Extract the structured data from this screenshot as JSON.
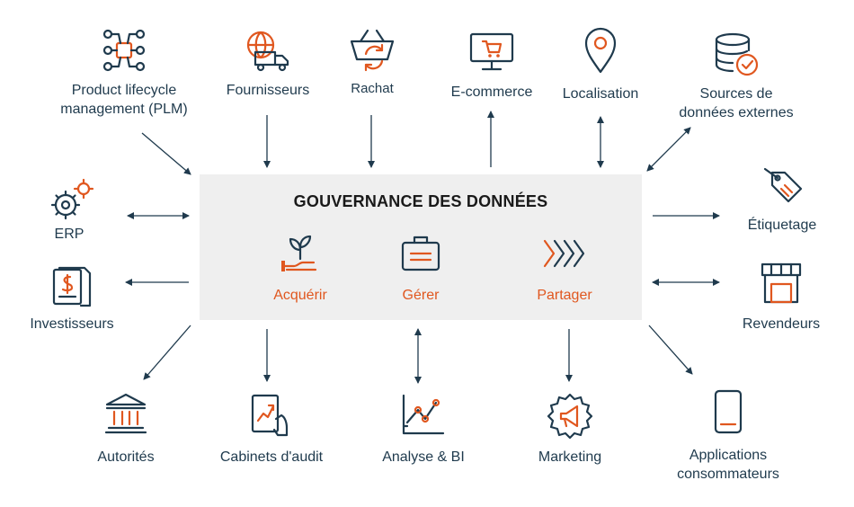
{
  "center": {
    "title": "GOUVERNANCE DES DONNÉES",
    "pillars": [
      "Acquérir",
      "Gérer",
      "Partager"
    ]
  },
  "nodes": {
    "plm": "Product lifecycle\nmanagement (PLM)",
    "fournisseurs": "Fournisseurs",
    "rachat": "Rachat",
    "ecommerce": "E-commerce",
    "localisation": "Localisation",
    "sources": "Sources de\ndonnées externes",
    "erp": "ERP",
    "investisseurs": "Investisseurs",
    "etiquetage": "Étiquetage",
    "revendeurs": "Revendeurs",
    "autorites": "Autorités",
    "cabinets": "Cabinets d'audit",
    "analyse": "Analyse & BI",
    "marketing": "Marketing",
    "applications": "Applications\nconsommateurs"
  },
  "colors": {
    "navy": "#1f3a4d",
    "orange": "#e0571f",
    "box": "#efefef"
  }
}
